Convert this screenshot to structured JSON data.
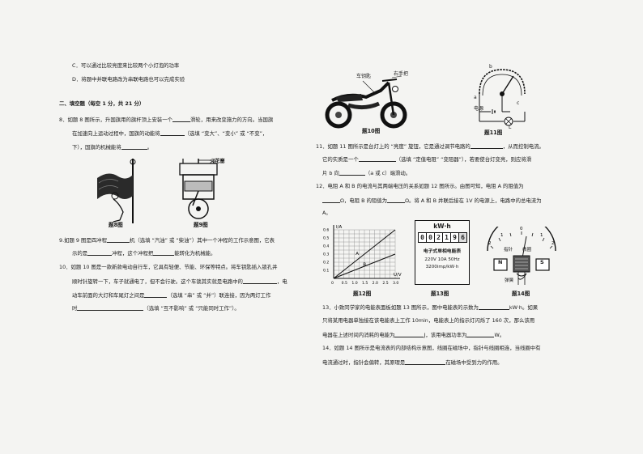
{
  "left": {
    "opt_c": "C．可以通过比较亮度来比较两个小灯泡的功率",
    "opt_d": "D．将题中并联电路改为串联电路也可以完成实验",
    "section_title": "二、填空题（每空 1 分，共 21 分）",
    "q8": {
      "l1a": "8．如题 8 图所示，升国旗用的旗杆顶上安装一个",
      "l1b": "滑轮，用来改变施力的方向。当国旗",
      "l2a": "在加速向上运动过程中，国旗的动能将",
      "l2b": "（选填 “变大”、“变小” 或 “不变”，",
      "l3a": "下），国旗的机械能将",
      "l3b": "。"
    },
    "fig8_caption": "题8图",
    "fig9_caption": "题9图",
    "fig9_label": "火花塞",
    "q9": {
      "l1a": "9.如题 9 图是四冲程",
      "l1b": "机（选填 “汽油” 或 “柴油”）其中一个冲程的工作示意图，它表",
      "l2a": "示的是",
      "l2b": "冲程，这个冲程把",
      "l2c": "能转化为机械能。"
    },
    "q10": {
      "l1": "10．如题 10 图是一款新款电动自行车，它具有轻便、节能、环保等特点。将车钥匙插入锁孔并",
      "l2a": "顺时针旋转一下，车子就通电了，但不会行驶。这个车锁其实就是电路中的",
      "l2b": "，电",
      "l3a": "动车前面的大灯和车尾灯之间是",
      "l3b": "（选填 “串” 或 “并”）联连接，因为两灯工作",
      "l4a": "时",
      "l4b": "（选填 “互不影响” 或 “只能同时工作”）。"
    }
  },
  "right": {
    "fig10_label_key": "车钥匙",
    "fig10_label_handle": "右手把",
    "fig10_caption": "题10图",
    "fig11_caption": "题11图",
    "fig11_labels": {
      "a": "a",
      "b": "b",
      "c": "c",
      "power": "电源",
      "lamp": "L"
    },
    "q11": {
      "l1": "11．如题 11 图所示是台灯上的 “亮度” 旋钮，它是通过调节电路的",
      "l1b": "，从而控制电流。",
      "l2a": "它的实质是一个",
      "l2b": "（选填 “定值电阻” “变阻器”），若要使台灯变亮，则应将滑",
      "l3a": "片 b 向",
      "l3b": "（a 或 c）端滑动。"
    },
    "q12": {
      "l1": "12．电阻 A 和 B 的电流与其两端电压的关系如题 12 图所示。由图可知，电阻 A 的阻值为",
      "l2a": "Ω，电阻 B 的阻值为",
      "l2b": "Ω。将 A 和 B 并联后接在 1V 的电源上，电路中的总电流为",
      "l3": "A。"
    },
    "fig12_caption": "题12图",
    "fig13_caption": "题13图",
    "fig14_caption": "题14图",
    "meter": {
      "unit": "kW·h",
      "digits": [
        "0",
        "0",
        "2",
        "1",
        "9",
        "6"
      ],
      "name": "电子式单相电能表",
      "spec": "220V 10A 50Hz",
      "imp": "3200imp/kW·h"
    },
    "fig14": {
      "pointer": "指针",
      "coil": "线圈",
      "spring": "弹簧",
      "n": "N",
      "s": "S"
    },
    "q13": {
      "l1a": "13．小致同学家的电能表面板如题 13 图所示，图中电能表的示数为",
      "l1b": "kW·h。如果",
      "l2": "只将某用电器单独接在该电能表上工作 10min，电能表上的指示灯闪烁了 160 次，那么该用",
      "l3a": "电器在上述时间内消耗的电能为",
      "l3b": "J，该用电器功率为",
      "l3c": "W。"
    },
    "q14": {
      "l1": "14．如题 14 图所示是电流表的内部结构示意图，线圈在磁场中，指针与线圈相连，当线圈中有",
      "l2a": "电流通过时，指针会偏转，其原理是",
      "l2b": "在磁场中受到力的作用。"
    }
  },
  "chart_data": {
    "type": "line",
    "title": "",
    "xlabel": "U/V",
    "ylabel": "I/A",
    "x_ticks": [
      "0",
      "0.5",
      "1.0",
      "1.5",
      "2.0",
      "2.5",
      "3.0"
    ],
    "y_ticks": [
      "0.1",
      "0.2",
      "0.3",
      "0.4",
      "0.5",
      "0.6"
    ],
    "xlim": [
      0,
      3.0
    ],
    "ylim": [
      0,
      0.6
    ],
    "series": [
      {
        "name": "A",
        "x": [
          0,
          3.0
        ],
        "y": [
          0,
          0.6
        ]
      },
      {
        "name": "B",
        "x": [
          0,
          3.0
        ],
        "y": [
          0,
          0.3
        ]
      }
    ]
  }
}
